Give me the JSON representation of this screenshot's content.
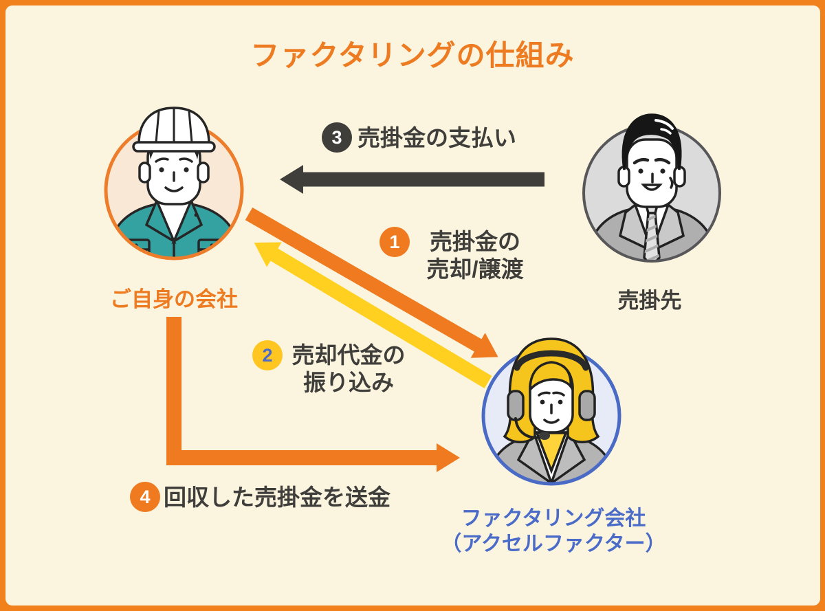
{
  "title": "ファクタリングの仕組み",
  "colors": {
    "frame": "#F0811D",
    "background": "#FBF4DF",
    "title_orange": "#ED7B22",
    "arrow_orange": "#EF7A1F",
    "arrow_yellow": "#FFD01F",
    "arrow_dark": "#3F3E3B",
    "label_blue": "#4A6BC8"
  },
  "actors": {
    "own_company": {
      "label": "ご自身の会社",
      "icon": "construction-worker-icon",
      "ring_color": "#ED7D2B"
    },
    "client": {
      "label": "売掛先",
      "icon": "businessman-icon",
      "ring_color": "#57575A"
    },
    "factoring_company": {
      "label_line1": "ファクタリング会社",
      "label_line2": "（アクセルファクター）",
      "icon": "call-center-agent-icon",
      "ring_color": "#4A6BC5"
    }
  },
  "steps": [
    {
      "number": "1",
      "label_line1": "売掛金の",
      "label_line2": "売却/譲渡",
      "arrow_color": "#EF7A1F",
      "badge_color": "#EF7A1F",
      "badge_text_color": "#FFFFFF",
      "direction": "own_company to factoring_company"
    },
    {
      "number": "2",
      "label_line1": "売却代金の",
      "label_line2": "振り込み",
      "arrow_color": "#FFD01F",
      "badge_color": "#FFC521",
      "badge_text_color": "#4A6BC8",
      "direction": "factoring_company to own_company"
    },
    {
      "number": "3",
      "label": "売掛金の支払い",
      "arrow_color": "#3F3E3B",
      "badge_color": "#3F3E3B",
      "badge_text_color": "#FFFFFF",
      "direction": "client to own_company"
    },
    {
      "number": "4",
      "label": "回収した売掛金を送金",
      "arrow_color": "#EF7A1F",
      "badge_color": "#EF7A1F",
      "badge_text_color": "#FFFFFF",
      "direction": "own_company to factoring_company"
    }
  ]
}
